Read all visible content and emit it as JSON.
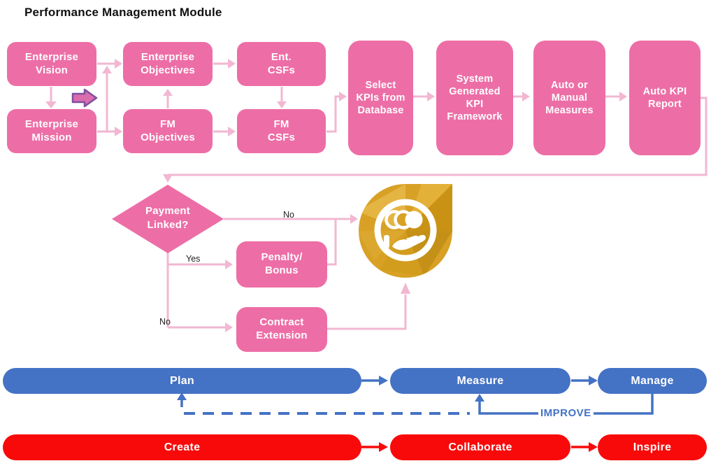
{
  "title": "Performance Management Module",
  "colors": {
    "pink": "#ED6EA6",
    "pink_light": "#F2B7D2",
    "block_arrow_fill": "#DB6CAE",
    "block_arrow_stroke": "#7D4F9E",
    "blue": "#4472C4",
    "red": "#F90A0A",
    "gold": "#D8A125",
    "gold_dark": "#B5830E",
    "gold_light": "#F0C75C",
    "ink": "#111111"
  },
  "boxes": {
    "enterprise_vision": "Enterprise\nVision",
    "enterprise_mission": "Enterprise\nMission",
    "enterprise_objectives": "Enterprise\nObjectives",
    "fm_objectives": "FM\nObjectives",
    "ent_csfs": "Ent.\nCSFs",
    "fm_csfs": "FM\nCSFs",
    "select_kpis": "Select\nKPIs from\nDatabase",
    "system_kpi_framework": "System\nGenerated\nKPI\nFramework",
    "auto_manual_measures": "Auto or\nManual\nMeasures",
    "auto_kpi_report": "Auto KPI\nReport"
  },
  "decision": {
    "label": "Payment\nLinked?",
    "no_top": "No",
    "yes": "Yes",
    "no_bottom": "No"
  },
  "outcomes": {
    "penalty_bonus": "Penalty/\nBonus",
    "contract_extension": "Contract\nExtension"
  },
  "icons": {
    "badge": "gold-money-in-hand-badge"
  },
  "cycle": {
    "plan": "Plan",
    "measure": "Measure",
    "manage": "Manage",
    "improve": "IMPROVE"
  },
  "bottom_row": {
    "create": "Create",
    "collaborate": "Collaborate",
    "inspire": "Inspire"
  }
}
